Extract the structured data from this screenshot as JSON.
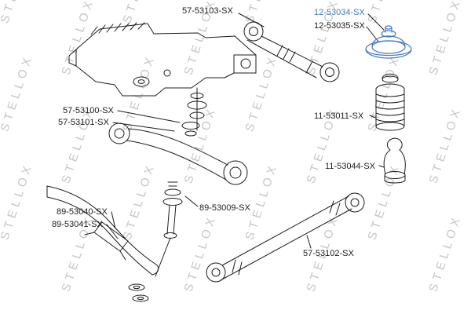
{
  "diagram": {
    "type": "suspension-parts-diagram",
    "watermark": "STELLOX",
    "parts": [
      {
        "label": "57-53103-SX",
        "highlighted": false
      },
      {
        "label": "12-53034-SX",
        "highlighted": true
      },
      {
        "label": "12-53035-SX",
        "highlighted": false
      },
      {
        "label": "11-53011-SX",
        "highlighted": false
      },
      {
        "label": "11-53044-SX",
        "highlighted": false
      },
      {
        "label": "57-53100-SX",
        "highlighted": false
      },
      {
        "label": "57-53101-SX",
        "highlighted": false
      },
      {
        "label": "89-53040-SX",
        "highlighted": false
      },
      {
        "label": "89-53041-SX",
        "highlighted": false
      },
      {
        "label": "89-53009-SX",
        "highlighted": false
      },
      {
        "label": "57-53102-SX",
        "highlighted": false
      }
    ],
    "colors": {
      "highlight": "#4579bd",
      "line": "#1c1c1c",
      "watermark": "#c6c6c6",
      "background": "#ffffff"
    }
  }
}
